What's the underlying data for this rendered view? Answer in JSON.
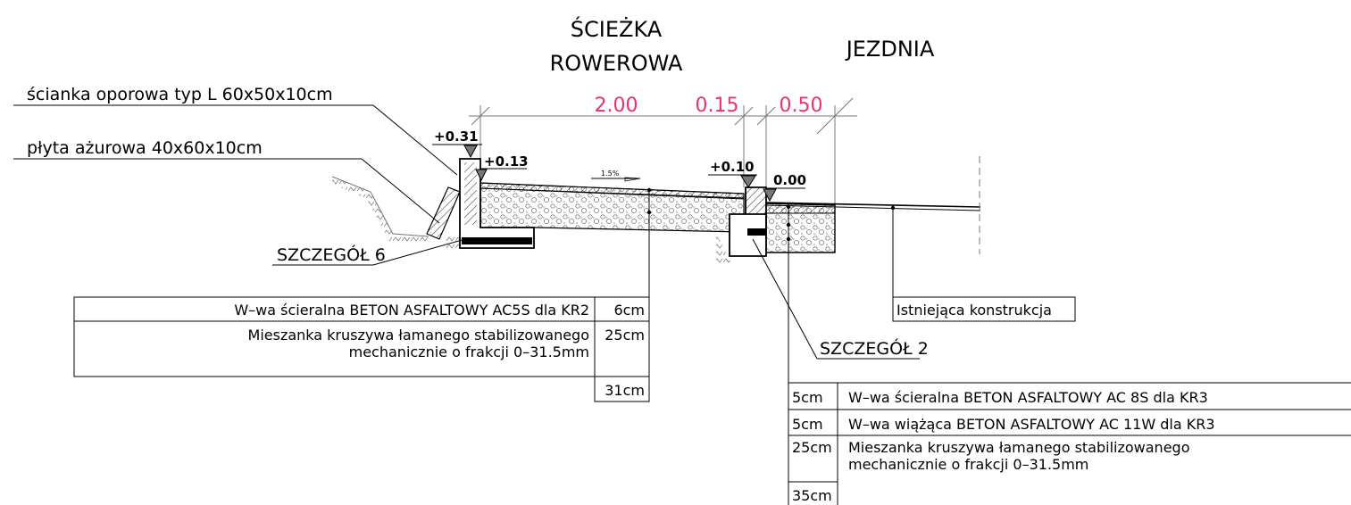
{
  "headings": {
    "bike_path_line1": "ŚCIEŻKA",
    "bike_path_line2": "ROWEROWA",
    "roadway": "JEZDNIA"
  },
  "dimensions": {
    "bike_path_width": "2.00",
    "curb_width": "0.15",
    "road_strip_width": "0.50"
  },
  "elevations": {
    "wall_top": "+0.31",
    "path_edge": "+0.13",
    "curb_top": "+0.10",
    "road_edge": "0.00"
  },
  "slope": "1.5%",
  "callouts": {
    "retaining_wall": "ścianka oporowa typ L 60x50x10cm",
    "grid_slab": "płyta ażurowa 40x60x10cm",
    "detail_6": "SZCZEGÓŁ 6",
    "detail_2": "SZCZEGÓŁ 2",
    "existing": "Istniejąca konstrukcja"
  },
  "bike_path_table": {
    "rows": [
      {
        "desc": "W–wa ścieralna BETON ASFALTOWY AC5S dla KR2",
        "thickness": "6cm"
      },
      {
        "desc_line1": "Mieszanka kruszywa łamanego stabilizowanego",
        "desc_line2": "mechanicznie o frakcji 0–31.5mm",
        "thickness": "25cm"
      }
    ],
    "total": "31cm"
  },
  "road_table": {
    "rows": [
      {
        "thickness": "5cm",
        "desc": "W–wa ścieralna BETON ASFALTOWY AC 8S dla KR3"
      },
      {
        "thickness": "5cm",
        "desc": "W–wa wiążąca BETON ASFALTOWY AC 11W dla KR3"
      },
      {
        "thickness": "25cm",
        "desc_line1": "Mieszanka kruszywa łamanego stabilizowanego",
        "desc_line2": "mechanicznie o frakcji 0–31.5mm"
      }
    ],
    "total": "35cm"
  },
  "colors": {
    "dimension_text": "#e8336d",
    "linework": "#000000"
  }
}
